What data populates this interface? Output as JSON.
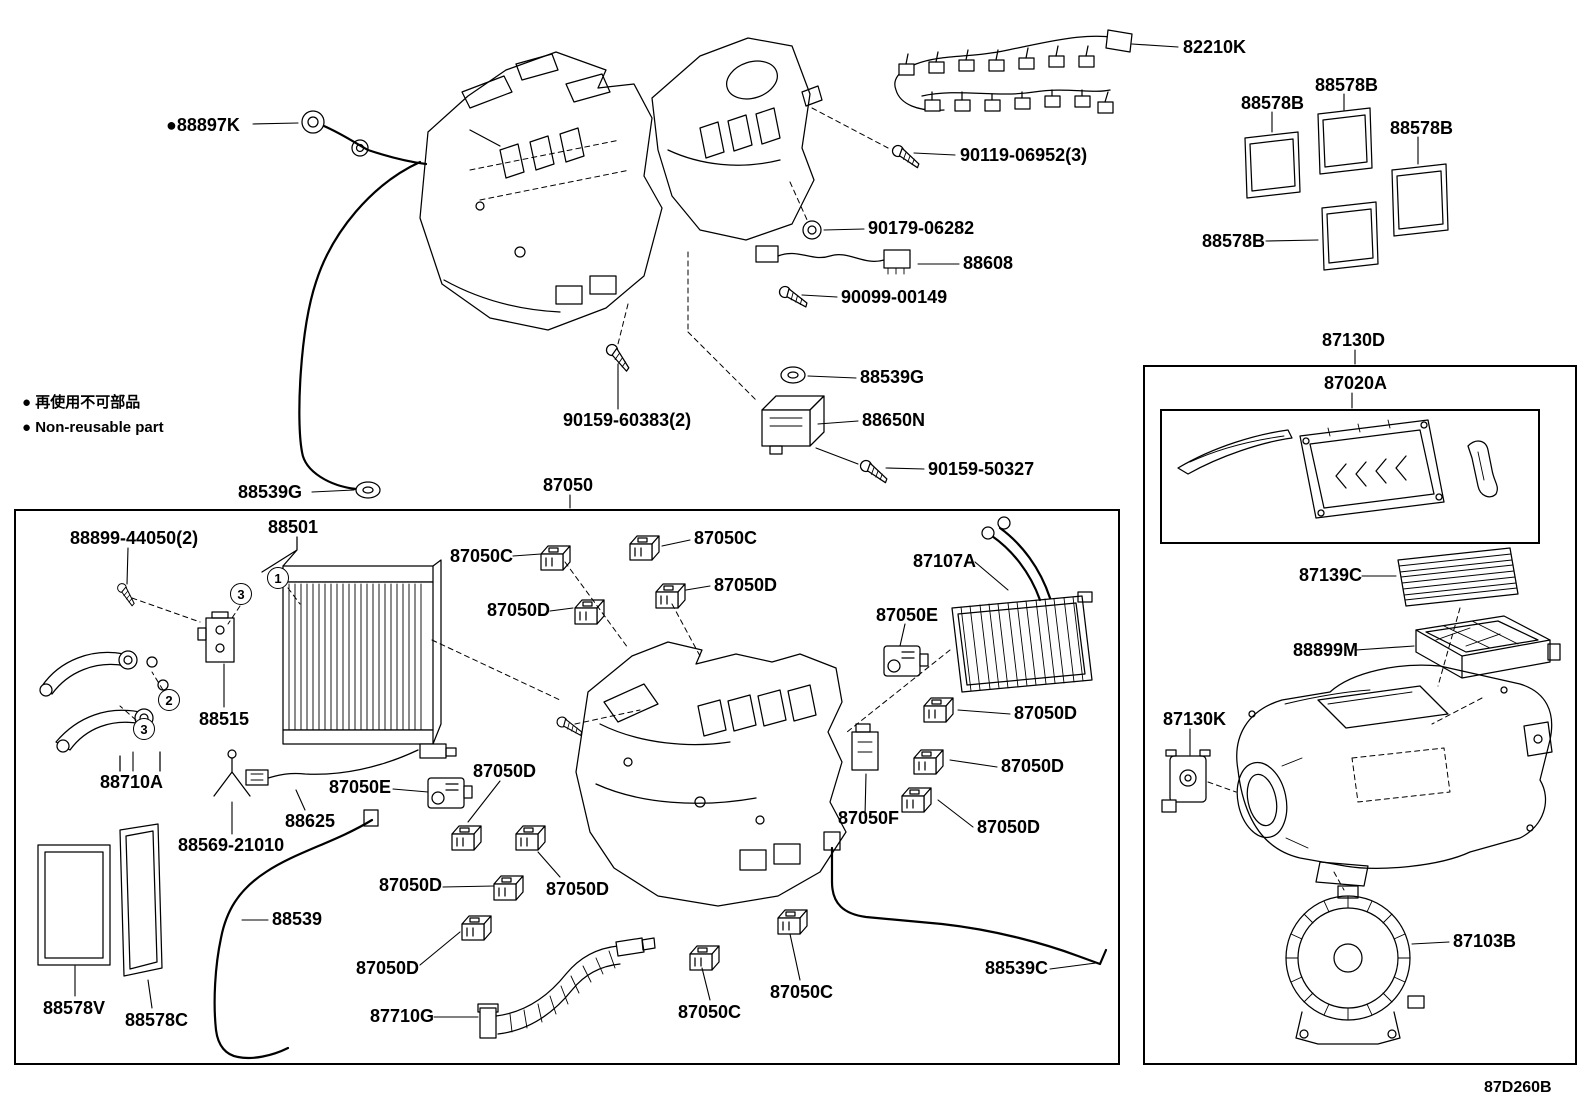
{
  "diagram_code": "87D260B",
  "legend": {
    "ja": "● 再使用不可部品",
    "en": "● Non-reusable part"
  },
  "colors": {
    "ink": "#000000",
    "background": "#ffffff"
  },
  "circled_numbers": {
    "n1": "1",
    "n2": "2",
    "n3a": "3",
    "n3b": "3"
  },
  "labels": {
    "p82210K": "82210K",
    "p88897K": "●88897K",
    "p88578B_a": "88578B",
    "p88578B_b": "88578B",
    "p88578B_c": "88578B",
    "p88578B_d": "88578B",
    "p90119": "90119-06952(3)",
    "p90179": "90179-06282",
    "p88608": "88608",
    "p90099": "90099-00149",
    "p88539G_a": "88539G",
    "p88650N": "88650N",
    "p90159a": "90159-60383(2)",
    "p90159b": "90159-50327",
    "p88539G_b": "88539G",
    "p87050": "87050",
    "p87130D": "87130D",
    "p87020A": "87020A",
    "p87139C": "87139C",
    "p88899M": "88899M",
    "p87130K": "87130K",
    "p87103B": "87103B",
    "p88539C": "88539C",
    "p88899_44050": "88899-44050(2)",
    "p88501": "88501",
    "p87050C_a": "87050C",
    "p87050C_b": "87050C",
    "p87050C_c": "87050C",
    "p87050C_d": "87050C",
    "p87050D_a": "87050D",
    "p87050D_b": "87050D",
    "p87050D_c": "87050D",
    "p87050D_d": "87050D",
    "p87050D_e": "87050D",
    "p87050D_f": "87050D",
    "p87050D_g": "87050D",
    "p87050D_h": "87050D",
    "p87050D_i": "87050D",
    "p87107A": "87107A",
    "p87050E_a": "87050E",
    "p87050E_b": "87050E",
    "p87050F": "87050F",
    "p88515": "88515",
    "p88710A": "88710A",
    "p88625": "88625",
    "p88569": "88569-21010",
    "p88539": "88539",
    "p87710G": "87710G",
    "p88578V": "88578V",
    "p88578C": "88578C"
  }
}
